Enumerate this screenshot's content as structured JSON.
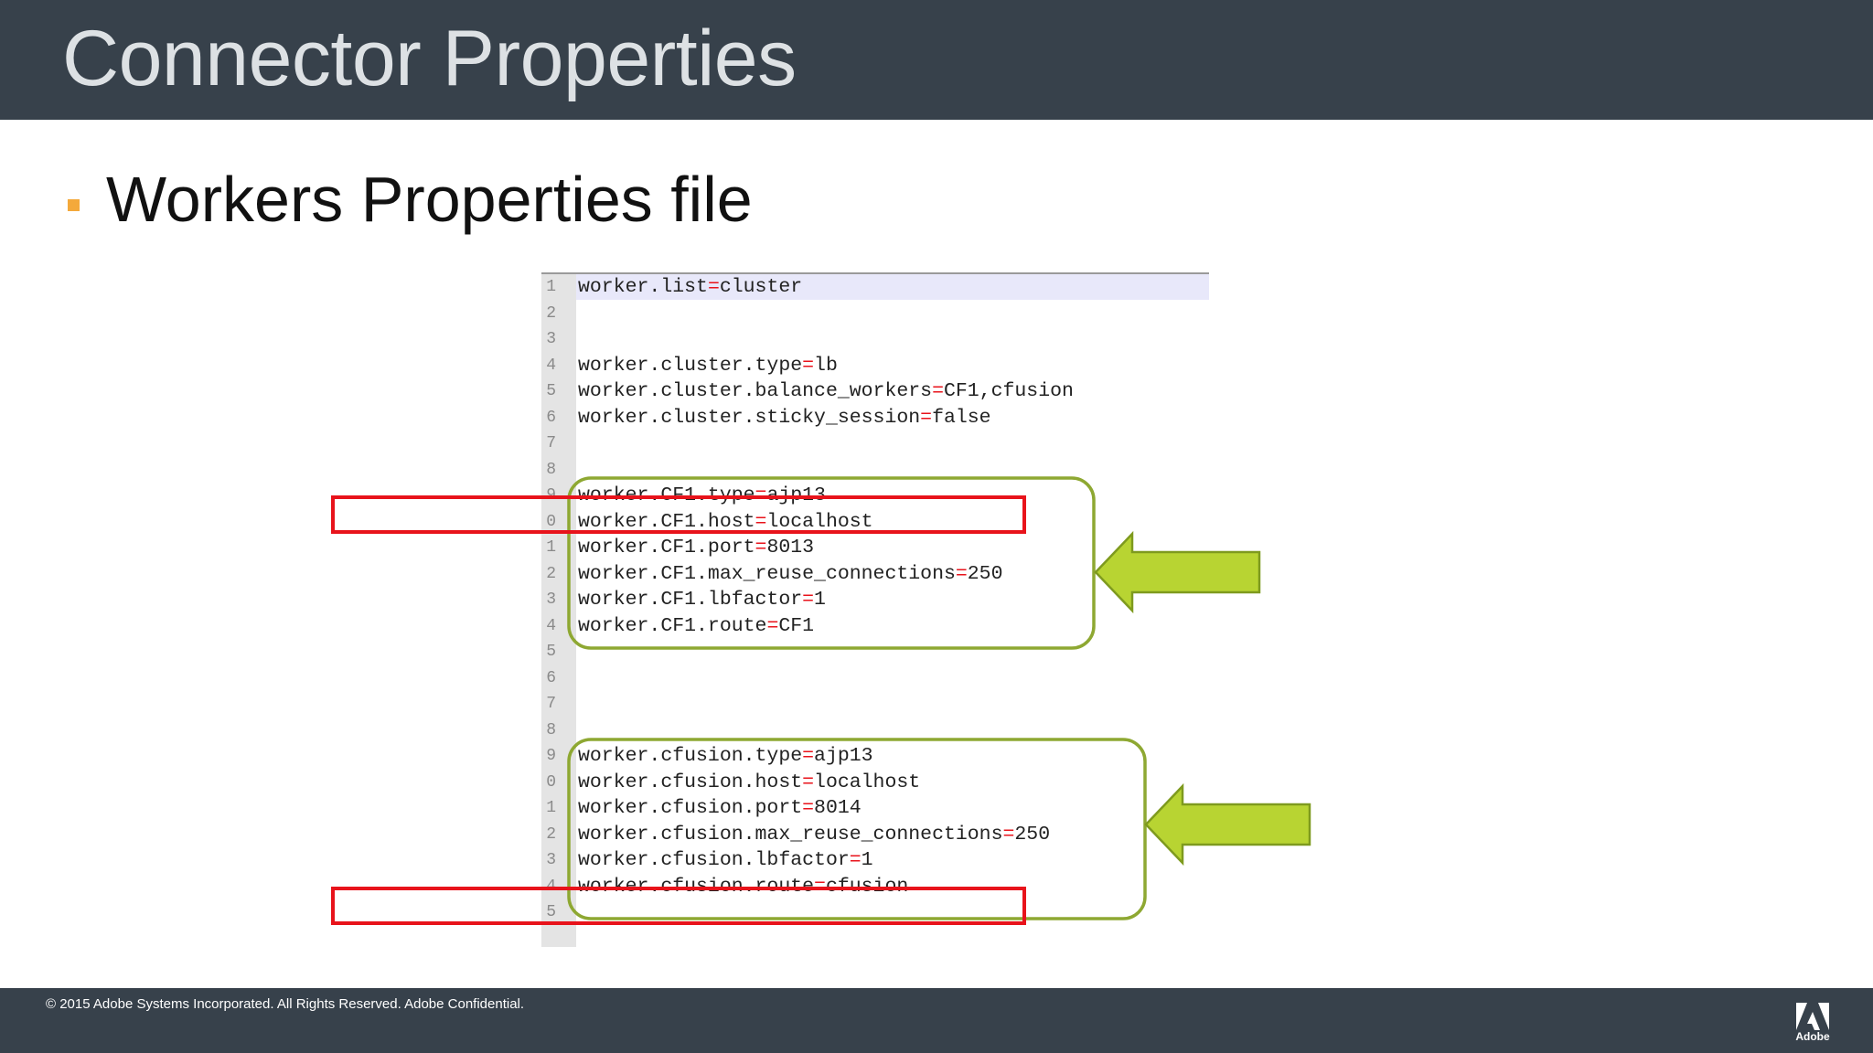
{
  "slide": {
    "title": "Connector Properties",
    "bullet": "Workers Properties file"
  },
  "editor": {
    "lines": [
      {
        "num": "1",
        "key": "worker.list",
        "value": "cluster"
      },
      {
        "num": "2",
        "key": "",
        "value": ""
      },
      {
        "num": "3",
        "key": "",
        "value": ""
      },
      {
        "num": "4",
        "key": "worker.cluster.type",
        "value": "lb"
      },
      {
        "num": "5",
        "key": "worker.cluster.balance_workers",
        "value": "CF1,cfusion"
      },
      {
        "num": "6",
        "key": "worker.cluster.sticky_session",
        "value": "false"
      },
      {
        "num": "7",
        "key": "",
        "value": ""
      },
      {
        "num": "8",
        "key": "",
        "value": ""
      },
      {
        "num": "9",
        "key": "worker.CF1.type",
        "value": "ajp13"
      },
      {
        "num": "0",
        "key": "worker.CF1.host",
        "value": "localhost"
      },
      {
        "num": "1",
        "key": "worker.CF1.port",
        "value": "8013"
      },
      {
        "num": "2",
        "key": "worker.CF1.max_reuse_connections",
        "value": "250"
      },
      {
        "num": "3",
        "key": "worker.CF1.lbfactor",
        "value": "1"
      },
      {
        "num": "4",
        "key": "worker.CF1.route",
        "value": "CF1"
      },
      {
        "num": "5",
        "key": "",
        "value": ""
      },
      {
        "num": "6",
        "key": "",
        "value": ""
      },
      {
        "num": "7",
        "key": "",
        "value": ""
      },
      {
        "num": "8",
        "key": "",
        "value": ""
      },
      {
        "num": "9",
        "key": "worker.cfusion.type",
        "value": "ajp13"
      },
      {
        "num": "0",
        "key": "worker.cfusion.host",
        "value": "localhost"
      },
      {
        "num": "1",
        "key": "worker.cfusion.port",
        "value": "8014"
      },
      {
        "num": "2",
        "key": "worker.cfusion.max_reuse_connections",
        "value": "250"
      },
      {
        "num": "3",
        "key": "worker.cfusion.lbfactor",
        "value": "1"
      },
      {
        "num": "4",
        "key": "worker.cfusion.route",
        "value": "cfusion"
      },
      {
        "num": "5",
        "key": "",
        "value": ""
      }
    ],
    "equals_sign": "="
  },
  "annotations": {
    "green_box_color": "#8ea832",
    "arrow_color": "#b8d432",
    "red_box_color": "#e8131b"
  },
  "footer": {
    "copyright": "© 2015 Adobe Systems Incorporated.  All Rights Reserved.  Adobe Confidential.",
    "logo_label": "Adobe"
  }
}
